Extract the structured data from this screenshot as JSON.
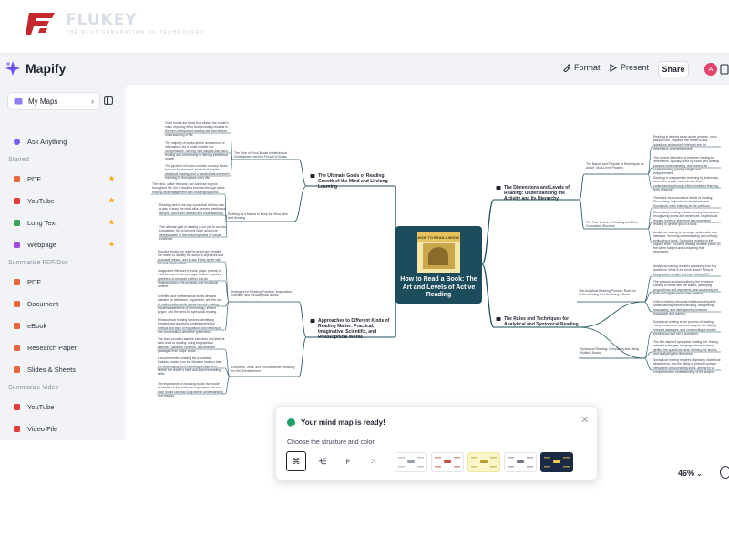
{
  "watermark": {
    "name": "FLUKEY",
    "tagline": "THE NEXT GENERATION OF TECHNOLOGY"
  },
  "app": {
    "name": "Mapify"
  },
  "toolbar": {
    "format_label": "Format",
    "present_label": "Present",
    "share_label": "Share",
    "avatar_letter": "A"
  },
  "sidebar": {
    "my_maps_label": "My Maps",
    "ask_anything_label": "Ask Anything",
    "starred_heading": "Starred",
    "starred_items": [
      {
        "label": "PDF",
        "color": "#e8663a"
      },
      {
        "label": "YouTube",
        "color": "#e43b3b"
      },
      {
        "label": "Long Text",
        "color": "#3aa55f"
      },
      {
        "label": "Webpage",
        "color": "#9c4fd8"
      }
    ],
    "summarize_doc_heading": "Summarize PDF/Doc",
    "doc_items": [
      {
        "label": "PDF",
        "color": "#e8663a"
      },
      {
        "label": "Document",
        "color": "#e8663a"
      },
      {
        "label": "eBook",
        "color": "#e8663a"
      },
      {
        "label": "Research Paper",
        "color": "#e8663a"
      },
      {
        "label": "Slides & Sheets",
        "color": "#e8663a"
      }
    ],
    "summarize_video_heading": "Summarize Video",
    "video_items": [
      {
        "label": "YouTube",
        "color": "#e43b3b"
      },
      {
        "label": "Video File",
        "color": "#e43b3b"
      }
    ],
    "star_color": "#f2b01e"
  },
  "mindmap": {
    "center": {
      "title": "How to Read a Book: The Art and Levels of Active Reading",
      "cover_text": "HOW TO READ A BOOK"
    },
    "branches": [
      {
        "label": "The Ultimate Goals of Reading: Growth of the Mind and Lifelong Learning"
      },
      {
        "label": "Approaches to Different Kinds of Reading Matter: Practical, Imaginative, Scientific, and Philosophical Works"
      },
      {
        "label": "The Dimensions and Levels of Reading: Understanding the Activity and Its Hierarchy"
      },
      {
        "label": "The Rules and Techniques for Analytical and Syntopical Reading"
      }
    ],
    "sub_topics": [
      {
        "label": "The Role of Good Books in Intellectual Development and the Pursuit of Books"
      },
      {
        "label": "Reading as a Means to Keep the Mind Alive and Growing"
      },
      {
        "label": "Strategies for Reading Practical, Imaginative, Scientific, and Philosophical Books"
      },
      {
        "label": "Exercises, Tests, and Recommended Reading for Self-Development"
      },
      {
        "label": "The Nature and Purpose of Reading as an Active, Multi-Level Process"
      },
      {
        "label": "The Four Levels of Reading and Their Cumulative Structure"
      },
      {
        "label": "The Analytical Reading Process: Rules for Understanding and Criticizing a Book"
      },
      {
        "label": "Syntopical Reading: Comparing and Using Multiple Books"
      }
    ],
    "leaves": [
      "Good books are those that stretch the reader's mind, requiring effort and providing rewards in the form of improved reading skill and deeper understanding of life.",
      "The majority of books are for amusement or information, but a small number are indispensable, offering new insights with each reading and contributing to lifelong intellectual growth.",
      "The pyramid of books consists of many books that can be skimmed, fewer that require analytical reading, and a handful that are worth returning to throughout one's life.",
      "The mind, unlike the body, can continue to grow throughout life, but it requires exercise through active reading and engagement with challenging works.",
      "Reading well is not only a practical skill but also a way to keep the mind alive, prevent intellectual atrophy, and foster wisdom and understanding.",
      "The ultimate goal of reading is not just to acquire knowledge, but to become wiser and more deeply aware of the enduring truths of human existence.",
      "Practical books are read for action and require the reader to identify the author's objectives and proposed means, and to ask if they agree with the ends and means.",
      "Imaginative literature (novels, plays, poems) is read for experience and appreciation, requiring openness to the work's effect and an understanding of its symbolic and emotional content.",
      "Scientific and mathematical works demand attention to definitions, arguments, and the use of mathematics, while social science reading requires awareness of terminology, shared jargon, and the need for syntopical reading.",
      "Philosophical reading involves identifying fundamental questions, understanding the method and style of exposition, and reading as one conversation about the great ideas.",
      "The book provides sample exercises and tests at each level of reading, using biographical sketches, tables of contents, and selected passages from major works.",
      "A recommended reading list is included, featuring works from the Western tradition that are challenging and rewarding, designed to stretch the reader's mind and improve reading skills.",
      "The importance of choosing books that make demands on the reader is emphasized, as only such books can lead to growth in understanding and wisdom.",
      "Reading is defined as an active process, not a passive one, requiring the reader to ask questions and actively interpret text for information or entertainment.",
      "The central distinction is between reading for information, typically done by those who already possess understanding, and reading for understanding, gaining insight and enlightenment.",
      "Reading is compared to receiving by instruction, where the reader must elevate their understanding through effort, similar to learning from a teacher.",
      "There are four cumulative levels of reading: Elementary, Inspectional, Analytical, and Syntopical, each building on the previous.",
      "Elementary reading is basic literacy, focusing on recognizing words and sentences. Inspectional reading involves skimming and superficial reading to get the gist of a book.",
      "Analytical reading is thorough, systematic, and intensive, involving understanding and critically evaluating a book. Syntopical reading is the highest level, involving reading multiple books on the same subject and comparing their arguments.",
      "Analytical reading requires answering four key questions: What is the book about? What is being said in detail? Is it true? What of it?",
      "The process involves outlining the structure, coming to terms with the author, identifying propositions and arguments, and assessing the truth and significance of the content.",
      "Critical reading demands intellectual etiquette: understanding before criticizing, disagreeing reasonably, and distinguishing between knowledge and opinion.",
      "Syntopical reading is the process of reading many books on a common subject, identifying relevant passages, and constructing a neutral terminology and set of questions.",
      "The five steps of syntopical reading are: finding relevant passages, bringing authors to terms, getting the questions clear, defining the issues, and analyzing the discussion.",
      "Syntopical reading requires objectivity, dialectical detachment, and the ability to present multiple viewpoints without taking sides, aiming for a comprehensive understanding of the subject."
    ]
  },
  "popup": {
    "title": "Your mind map is ready!",
    "subtitle": "Choose the structure and color.",
    "close_glyph": "✕",
    "structure_glyphs": [
      "⌘",
      "⋲",
      "⊧",
      "⁙"
    ]
  },
  "zoom": {
    "level": "46%"
  },
  "colors": {
    "center_node": "#1d4d5c",
    "connector": "#1d4d5c",
    "accent": "#22a06b"
  }
}
